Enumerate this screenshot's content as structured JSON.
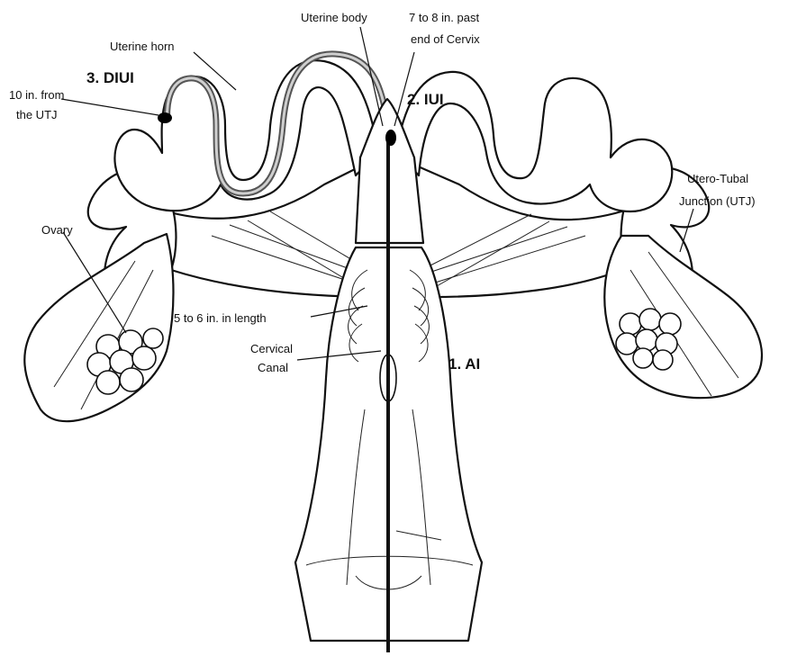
{
  "labels": {
    "uterine_body": "Uterine body",
    "past_cervix_1": "7 to 8 in. past",
    "past_cervix_2": "end of Cervix",
    "uterine_horn": "Uterine horn",
    "diui": "3. DIUI",
    "from_utj_1": "10 in. from",
    "from_utj_2": "the UTJ",
    "iui": "2. IUI",
    "utj_1": "Utero-Tubal",
    "utj_2": "Junction (UTJ)",
    "ovary": "Ovary",
    "length": "5 to 6 in. in length",
    "canal_1": "Cervical",
    "canal_2": "Canal",
    "ai": "1. AI"
  },
  "colors": {
    "line": "#111111",
    "catheter_in_horn": "#555555",
    "background": "#ffffff"
  }
}
